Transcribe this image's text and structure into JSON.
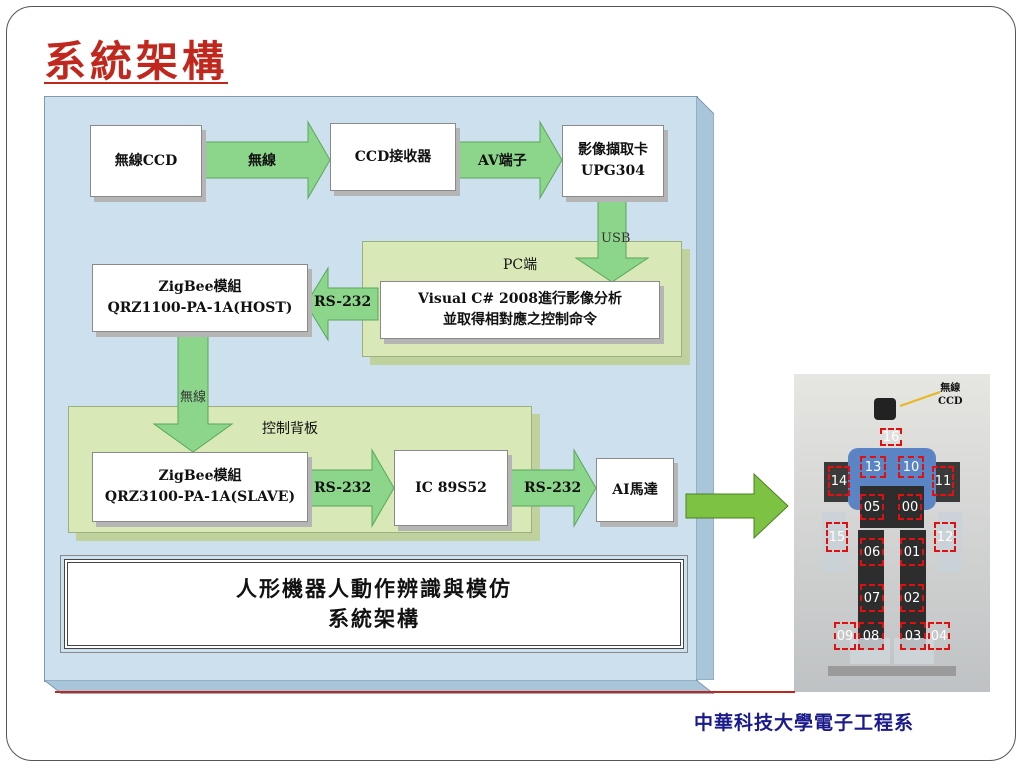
{
  "slide_title": "系統架構",
  "footer_school": "中華科技大學電子工程系",
  "diagram": {
    "wireless_ccd": "無線CCD",
    "arrow_wireless": "無線",
    "ccd_receiver": "CCD接收器",
    "arrow_av": "AV端子",
    "capture_card_line1": "影像擷取卡",
    "capture_card_line2": "UPG304",
    "usb": "USB",
    "pc_label": "PC端",
    "pc_box_line1": "Visual C# 2008進行影像分析",
    "pc_box_line2": "並取得相對應之控制命令",
    "rs232_host": "RS-232",
    "zigbee_host_line1": "ZigBee模組",
    "zigbee_host_line2": "QRZ1100-PA-1A(HOST)",
    "wireless_vertical": "無線",
    "control_board_label": "控制背板",
    "zigbee_slave_line1": "ZigBee模組",
    "zigbee_slave_line2": "QRZ3100-PA-1A(SLAVE)",
    "rs232_slave": "RS-232",
    "ic": "IC 89S52",
    "rs232_motor": "RS-232",
    "motor": "AI馬達",
    "caption_line1": "人形機器人動作辨識與模仿",
    "caption_line2": "系統架構"
  },
  "photo": {
    "ccd_label_line1": "無線",
    "ccd_label_line2": "CCD",
    "joints": [
      "16",
      "13",
      "10",
      "14",
      "11",
      "05",
      "00",
      "15",
      "12",
      "06",
      "01",
      "07",
      "02",
      "09",
      "08",
      "03",
      "04"
    ]
  },
  "colors": {
    "title_red": "#c0281e",
    "panel_blue": "#cde0ee",
    "green_panel": "#d8e8b6",
    "arrow_green": "#8cd68c",
    "school_blue": "#1a1a8c"
  }
}
